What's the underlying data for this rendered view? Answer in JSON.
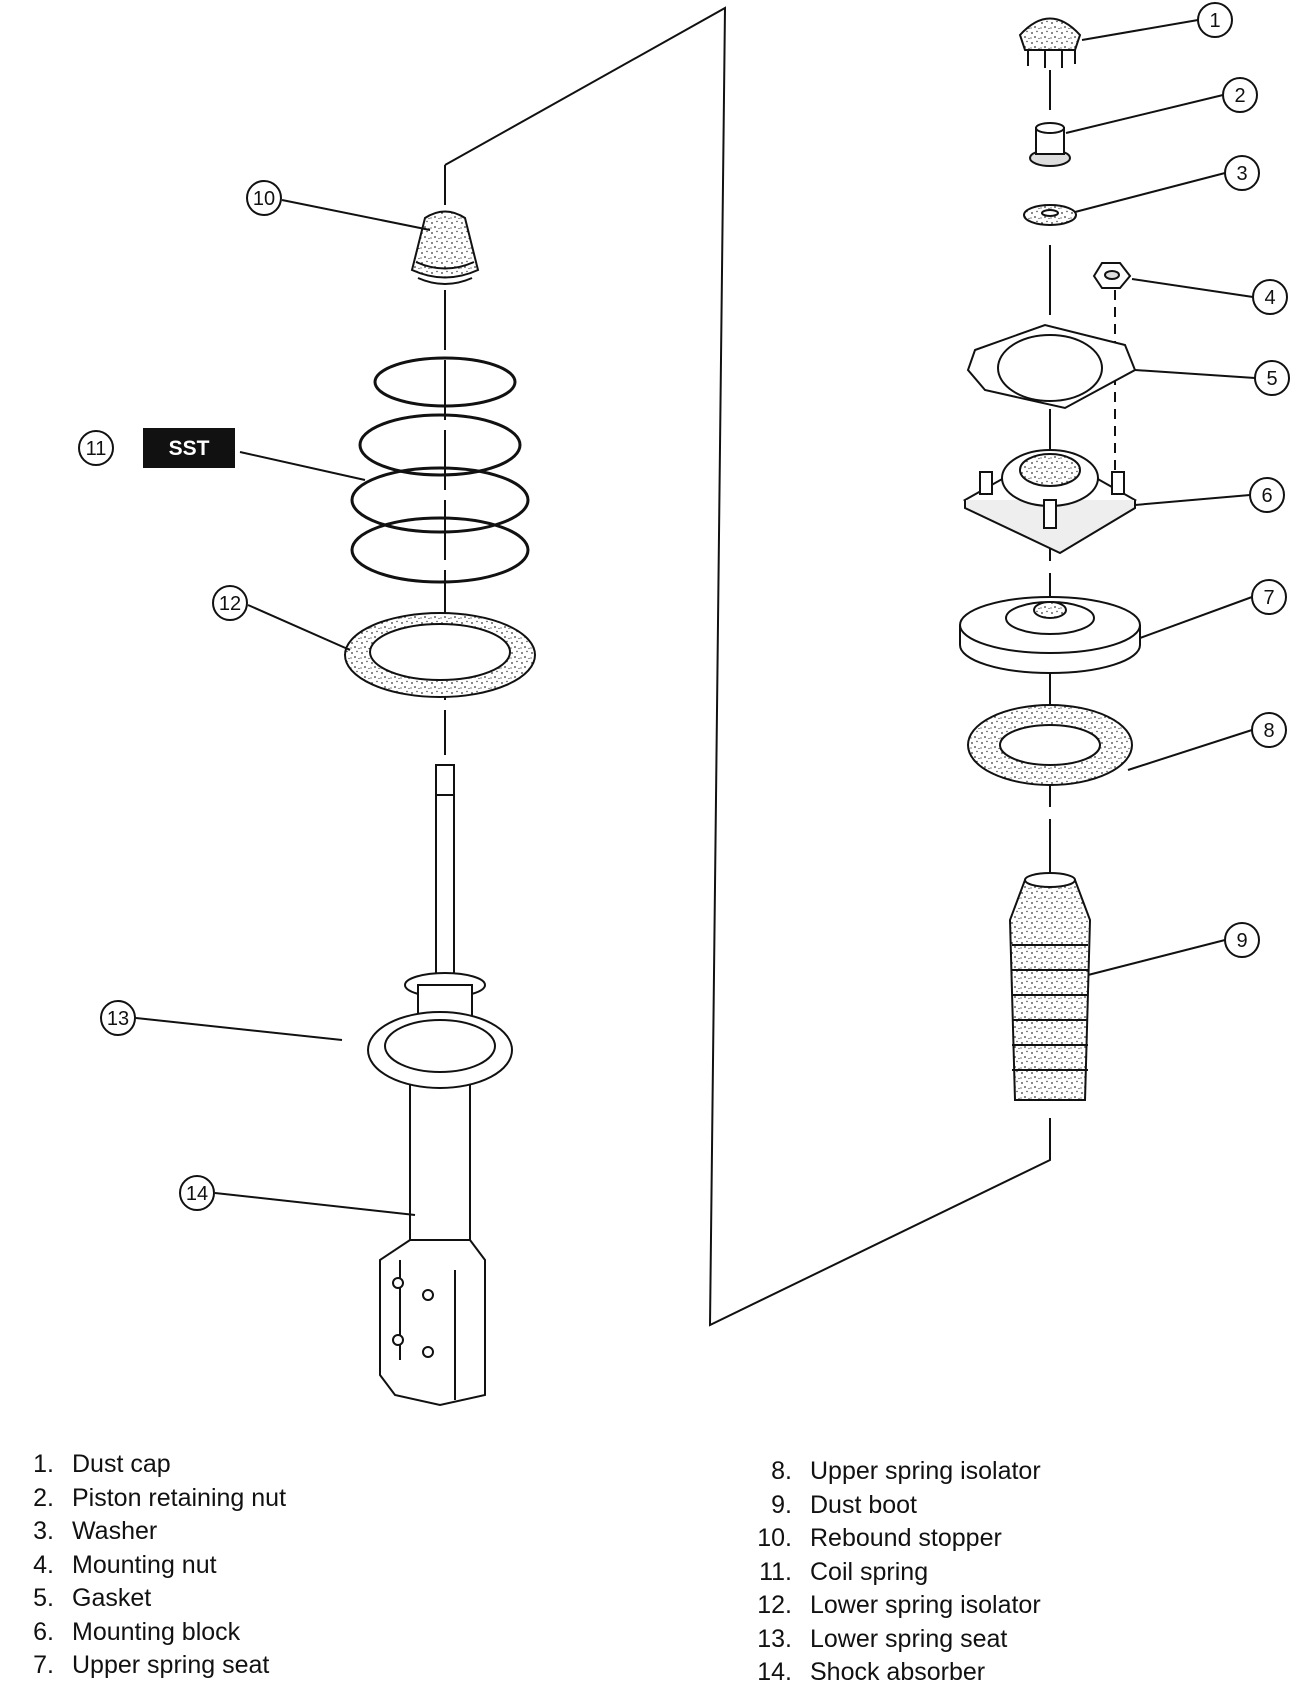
{
  "callouts": {
    "c1": "1",
    "c2": "2",
    "c3": "3",
    "c4": "4",
    "c5": "5",
    "c6": "6",
    "c7": "7",
    "c8": "8",
    "c9": "9",
    "c10": "10",
    "c11": "11",
    "c12": "12",
    "c13": "13",
    "c14": "14"
  },
  "sst_label": "SST",
  "legend": {
    "left": [
      {
        "num": "1.",
        "label": "Dust cap"
      },
      {
        "num": "2.",
        "label": "Piston retaining nut"
      },
      {
        "num": "3.",
        "label": "Washer"
      },
      {
        "num": "4.",
        "label": "Mounting nut"
      },
      {
        "num": "5.",
        "label": "Gasket"
      },
      {
        "num": "6.",
        "label": "Mounting block"
      },
      {
        "num": "7.",
        "label": "Upper spring seat"
      }
    ],
    "right": [
      {
        "num": "8.",
        "label": "Upper spring isolator"
      },
      {
        "num": "9.",
        "label": "Dust boot"
      },
      {
        "num": "10.",
        "label": "Rebound stopper"
      },
      {
        "num": "11.",
        "label": "Coil spring"
      },
      {
        "num": "12.",
        "label": "Lower spring isolator"
      },
      {
        "num": "13.",
        "label": "Lower spring seat"
      },
      {
        "num": "14.",
        "label": "Shock absorber"
      }
    ]
  }
}
